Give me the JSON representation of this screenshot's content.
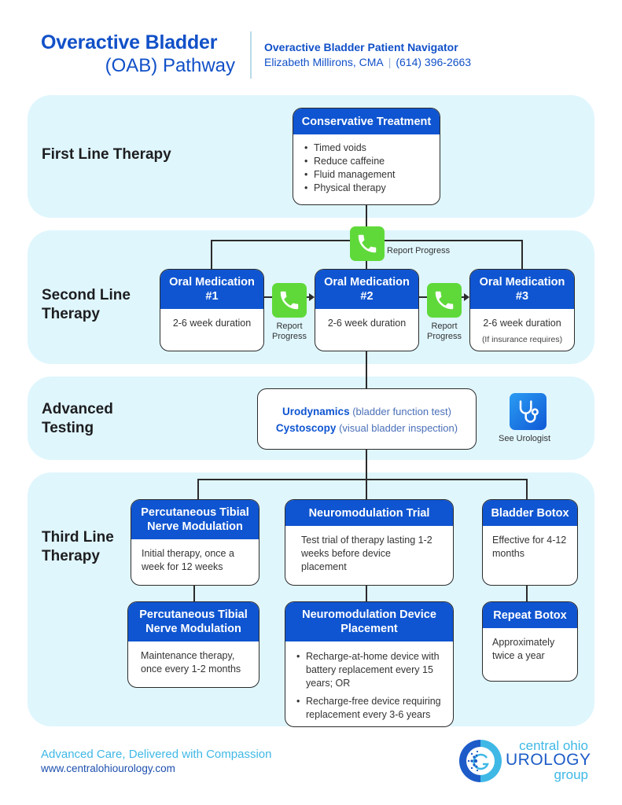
{
  "header": {
    "title_main": "Overactive Bladder",
    "title_sub": "(OAB) Pathway",
    "navigator_title": "Overactive Bladder Patient Navigator",
    "navigator_name": "Elizabeth Millirons, CMA",
    "navigator_phone": "(614) 396-2663"
  },
  "colors": {
    "brand_blue": "#0f55d1",
    "panel_bg": "#dff6fd",
    "phone_green": "#5fd93a",
    "accent_cyan": "#3fb8e6"
  },
  "sections": {
    "first_line": {
      "label": "First Line Therapy",
      "box": {
        "title": "Conservative Treatment",
        "items": [
          "Timed voids",
          "Reduce caffeine",
          "Fluid management",
          "Physical therapy"
        ]
      },
      "report_label": "Report Progress",
      "report_icon": "phone-icon"
    },
    "second_line": {
      "label_line1": "Second Line",
      "label_line2": "Therapy",
      "meds": [
        {
          "title_line1": "Oral Medication",
          "title_line2": "#1",
          "body": "2-6 week duration"
        },
        {
          "title_line1": "Oral Medication",
          "title_line2": "#2",
          "body": "2-6 week duration"
        },
        {
          "title_line1": "Oral Medication",
          "title_line2": "#3",
          "body": "2-6 week duration",
          "note": "(If insurance requires)"
        }
      ],
      "report_line1": "Report",
      "report_line2": "Progress"
    },
    "advanced_testing": {
      "label_line1": "Advanced",
      "label_line2": "Testing",
      "tests": [
        {
          "name": "Urodynamics",
          "desc": "(bladder function test)"
        },
        {
          "name": "Cystoscopy",
          "desc": "(visual bladder inspection)"
        }
      ],
      "urologist_label": "See Urologist",
      "urologist_icon": "stethoscope-icon"
    },
    "third_line": {
      "label_line1": "Third Line",
      "label_line2": "Therapy",
      "ptnm_initial": {
        "title_line1": "Percutaneous Tibial",
        "title_line2": "Nerve Modulation",
        "body": "Initial therapy, once a week for 12 weeks"
      },
      "ptnm_maintenance": {
        "title_line1": "Percutaneous Tibial",
        "title_line2": "Nerve Modulation",
        "body": "Maintenance therapy, once every 1-2 months"
      },
      "neuro_trial": {
        "title": "Neuromodulation Trial",
        "body": "Test trial of therapy lasting 1-2 weeks before device placement"
      },
      "neuro_device": {
        "title_line1": "Neuromodulation Device",
        "title_line2": "Placement",
        "items": [
          "Recharge-at-home device with battery replacement every 15 years; OR",
          "Recharge-free device requiring replacement every 3-6 years"
        ]
      },
      "botox": {
        "title": "Bladder Botox",
        "body": "Effective for 4-12 months"
      },
      "repeat_botox": {
        "title": "Repeat Botox",
        "body": "Approximately twice a year"
      }
    }
  },
  "footer": {
    "tagline": "Advanced Care, Delivered with Compassion",
    "url": "www.centralohiourology.com",
    "logo_line1": "central ohio",
    "logo_line2": "UROLOGY",
    "logo_line3": "group"
  }
}
